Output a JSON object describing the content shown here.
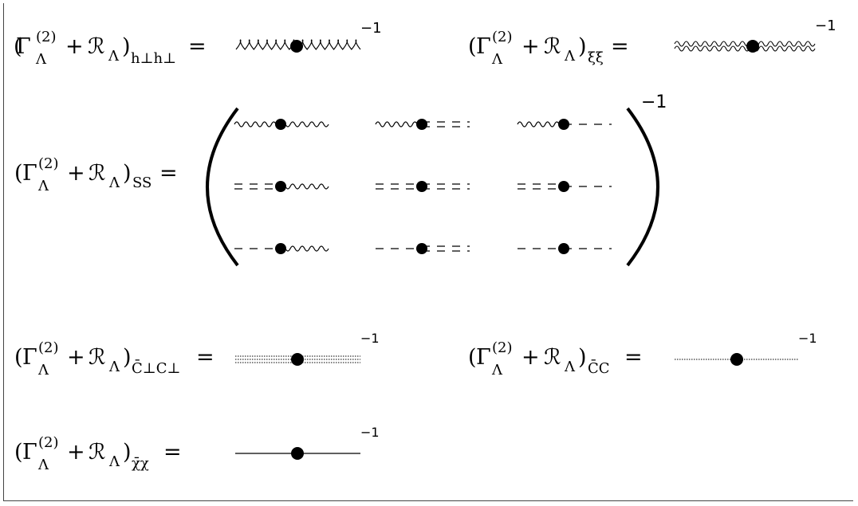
{
  "exponent": "−1",
  "equations": [
    {
      "id": "h",
      "gamma": "Γ",
      "sup": "(2)",
      "lam": "Λ",
      "plus": "+",
      "R": "ℛ",
      "sub": "h⊥h⊥",
      "eq": "=",
      "propagator": "gluon-curly-line"
    },
    {
      "id": "xi",
      "gamma": "Γ",
      "sup": "(2)",
      "lam": "Λ",
      "plus": "+",
      "R": "ℛ",
      "sub": "ξξ",
      "eq": "=",
      "propagator": "double-wavy-line"
    },
    {
      "id": "ss",
      "gamma": "Γ",
      "sup": "(2)",
      "lam": "Λ",
      "plus": "+",
      "R": "ℛ",
      "sub": "SS",
      "eq": "=",
      "propagator": "3x3-matrix"
    },
    {
      "id": "cperp",
      "gamma": "Γ",
      "sup": "(2)",
      "lam": "Λ",
      "plus": "+",
      "R": "ℛ",
      "sub": "C̄⊥C⊥",
      "eq": "=",
      "propagator": "triple-dotted-line"
    },
    {
      "id": "cc",
      "gamma": "Γ",
      "sup": "(2)",
      "lam": "Λ",
      "plus": "+",
      "R": "ℛ",
      "sub": "C̄C",
      "eq": "=",
      "propagator": "dotted-line"
    },
    {
      "id": "chi",
      "gamma": "Γ",
      "sup": "(2)",
      "lam": "Λ",
      "plus": "+",
      "R": "ℛ",
      "sub": "χ̄χ",
      "eq": "=",
      "propagator": "solid-line"
    }
  ],
  "matrix": {
    "rows": [
      [
        "wavy-wavy",
        "wavy-double-dash",
        "wavy-dash"
      ],
      [
        "double-dash-wavy",
        "double-dash-double-dash",
        "double-dash-dash"
      ],
      [
        "dash-wavy",
        "dash-double-dash",
        "dash-dash"
      ]
    ]
  }
}
